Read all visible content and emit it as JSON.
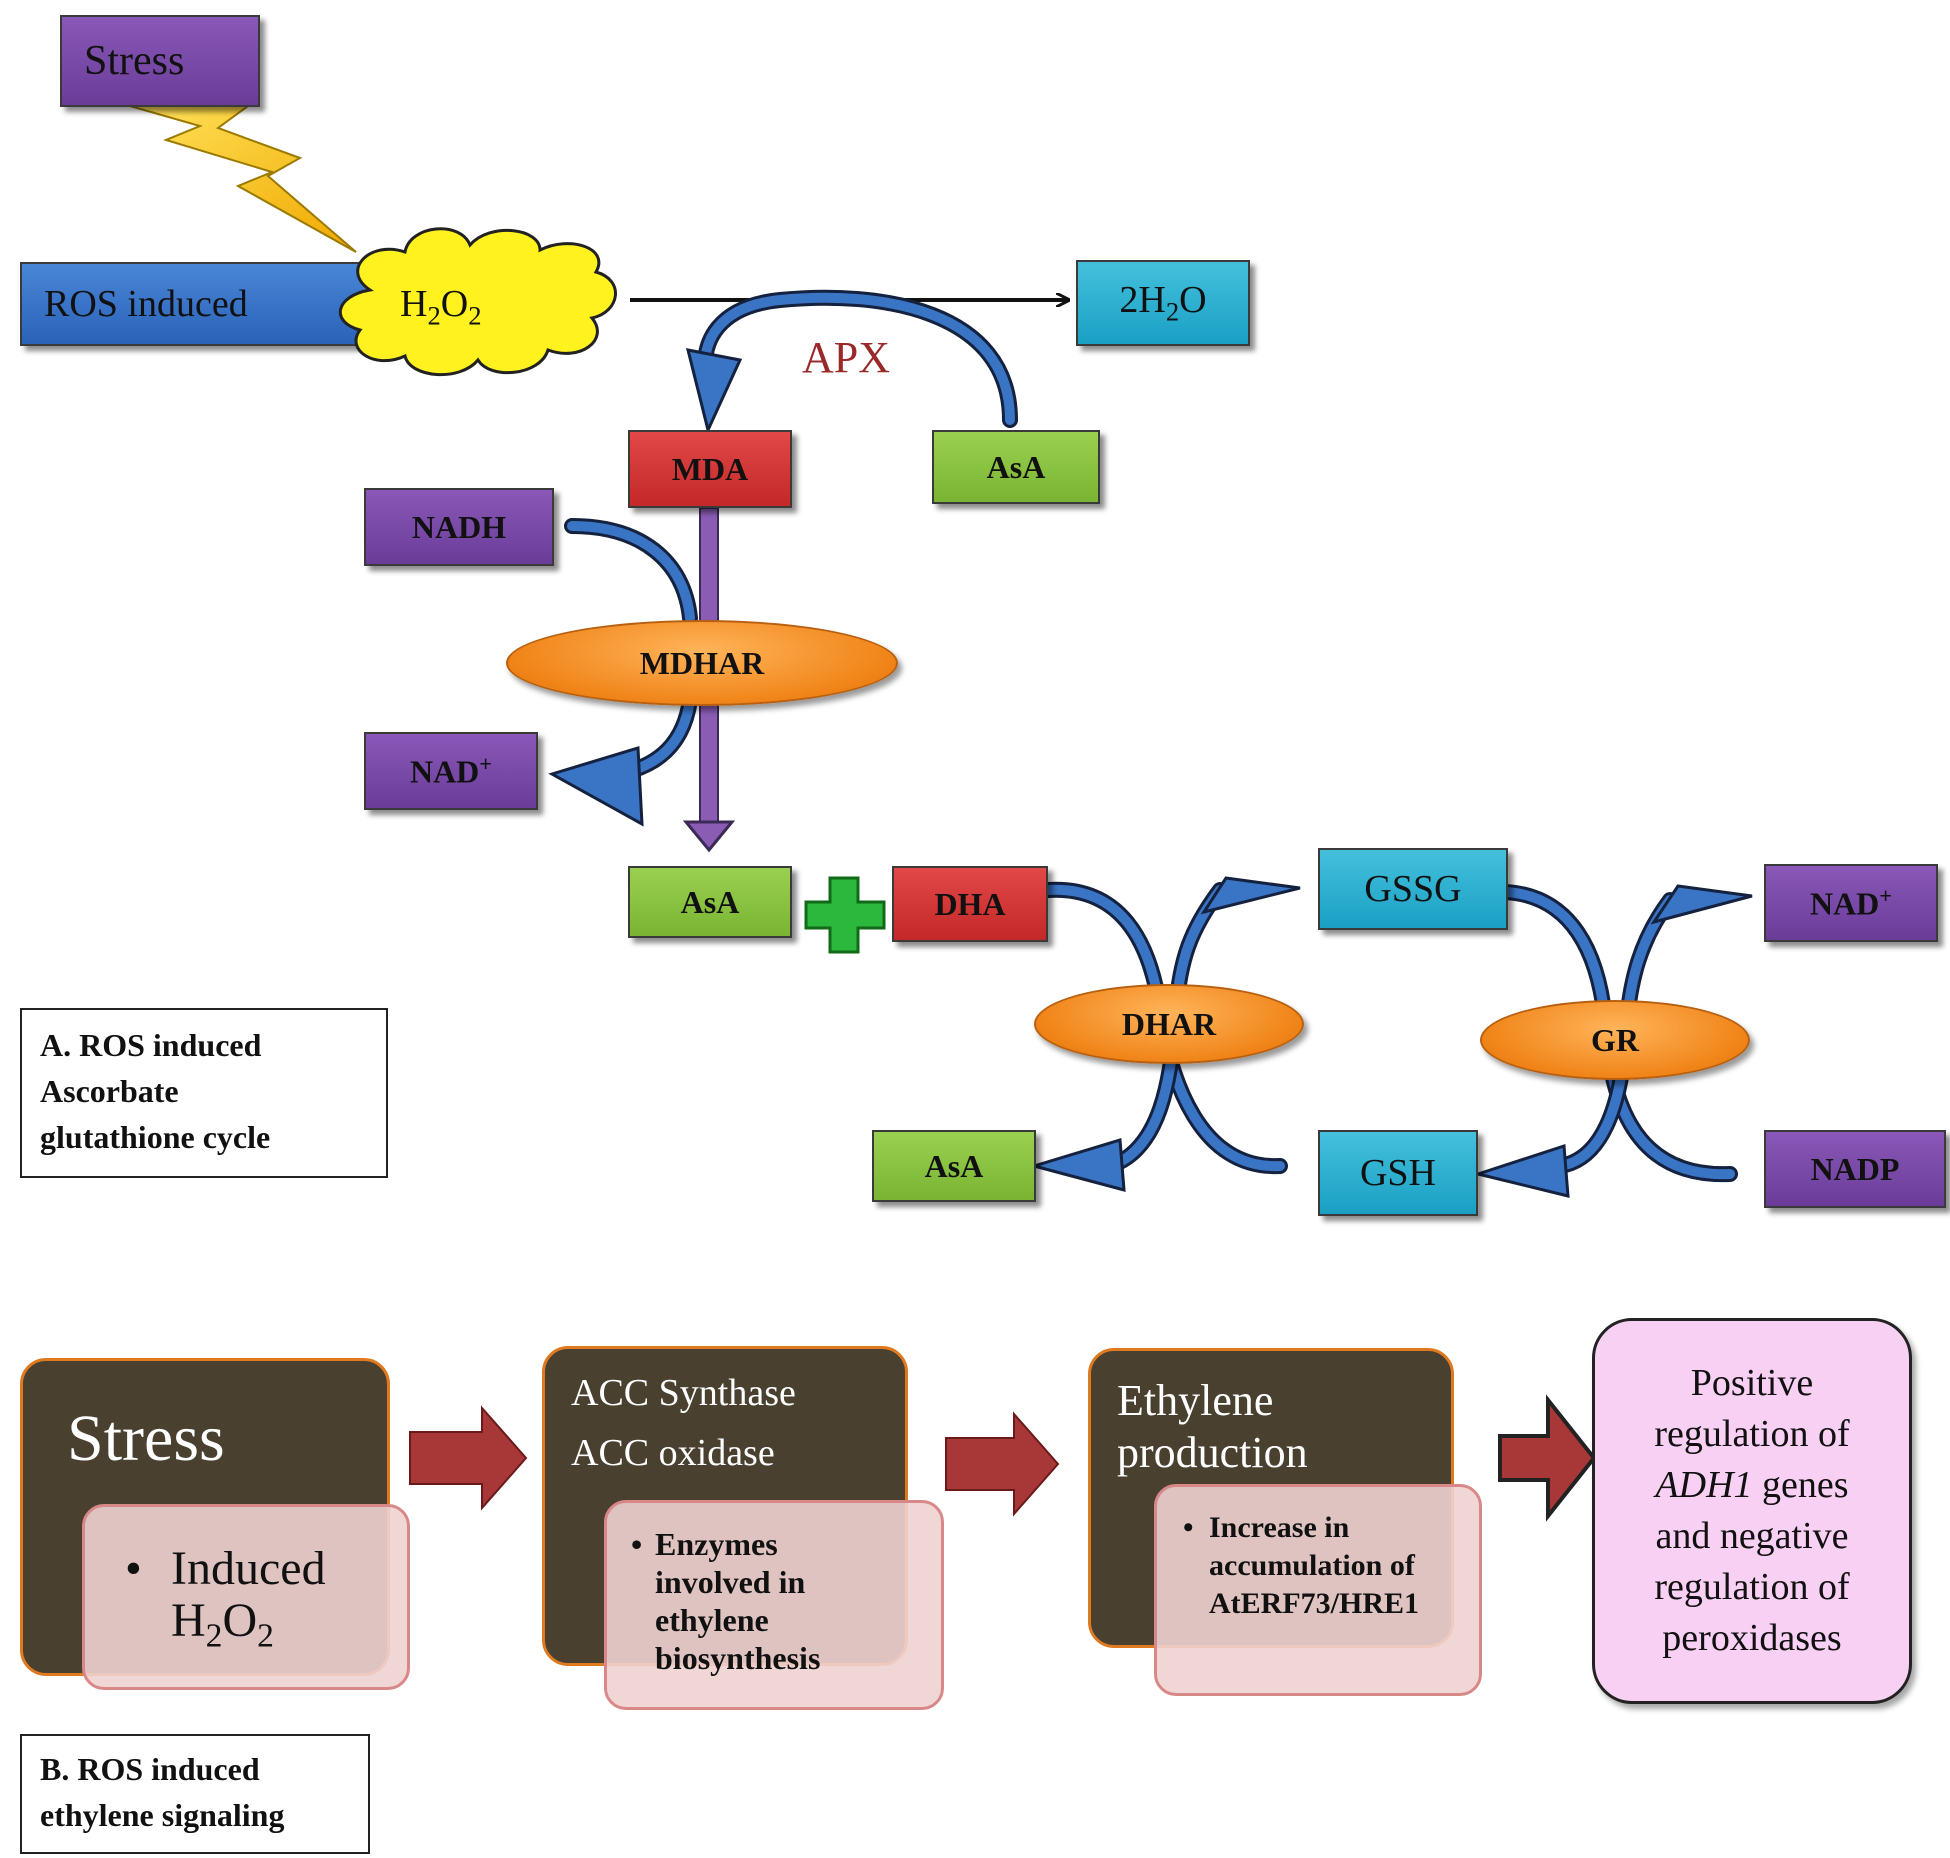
{
  "panel_a": {
    "stress": "Stress",
    "ros_induced": "ROS induced",
    "h2o2": {
      "main": "H",
      "sub1": "2",
      "mid": "O",
      "sub2": "2"
    },
    "water": {
      "pre": "2H",
      "sub": "2",
      "post": "O"
    },
    "apx": "APX",
    "mda": "MDA",
    "asa_top": "AsA",
    "nadh": "NADH",
    "mdhar": "MDHAR",
    "nad_left": {
      "main": "NAD",
      "sup": "+"
    },
    "asa_mid": "AsA",
    "dha": "DHA",
    "gssg": "GSSG",
    "nad_right": {
      "main": "NAD",
      "sup": "+"
    },
    "dhar": "DHAR",
    "gr": "GR",
    "asa_bottom": "AsA",
    "gsh": "GSH",
    "nadp": "NADP",
    "caption": [
      "A. ROS induced",
      "Ascorbate",
      "glutathione cycle"
    ]
  },
  "panel_b": {
    "step1": {
      "title": "Stress",
      "bullet_main": "Induced",
      "bullet_h": "H",
      "bullet_sub1": "2",
      "bullet_o": "O",
      "bullet_sub2": "2"
    },
    "step2": {
      "title_1": "ACC Synthase",
      "title_2": "ACC oxidase",
      "bullet": [
        "Enzymes",
        "involved in",
        "ethylene",
        "biosynthesis"
      ]
    },
    "step3": {
      "title_1": "Ethylene",
      "title_2": "production",
      "bullet": [
        "Increase in",
        "accumulation of",
        "AtERF73/HRE1"
      ]
    },
    "step4": {
      "line1": "Positive",
      "line2": "regulation of",
      "line3_italic": "ADH1",
      "line3_rest": " genes",
      "line4": "and negative",
      "line5": "regulation of",
      "line6": "peroxidases"
    },
    "caption": [
      "B. ROS induced",
      "ethylene signaling"
    ]
  },
  "colors": {
    "arrow_blue": "#3a74c4",
    "arrow_outline": "#14213f",
    "purple_arrow": "#8a5cb4",
    "plus_green": "#2cb83c",
    "bolt_yellow": "#f5c000",
    "block_arrow_red": "#a83838",
    "apx_text": "#9a2a2a"
  }
}
